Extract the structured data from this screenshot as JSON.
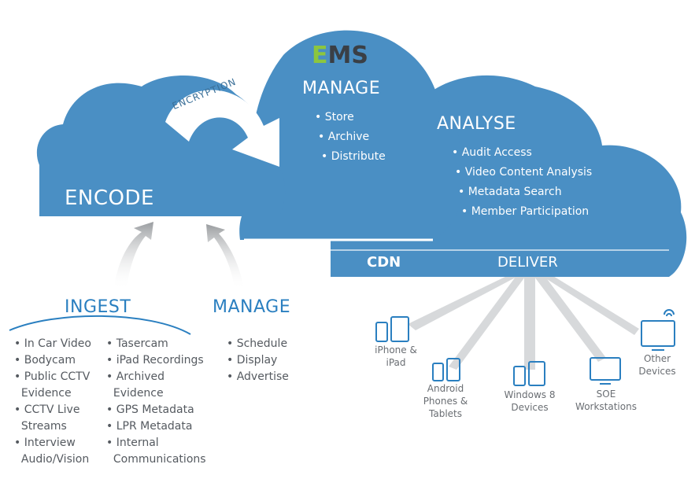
{
  "logo": {
    "e": "E",
    "ms": "MS",
    "e_color": "#8cc63f",
    "ms_color": "#3a3f45"
  },
  "cloud_color": "#4a8fc4",
  "encode": {
    "title": "ENCODE"
  },
  "encryption": {
    "label": "ENCRYPTION"
  },
  "manage_cloud": {
    "title": "MANAGE",
    "items": [
      "Store",
      "Archive",
      "Distribute"
    ]
  },
  "analyse": {
    "title": "ANALYSE",
    "items": [
      "Audit Access",
      "Video Content Analysis",
      "Metadata Search",
      "Member Participation"
    ]
  },
  "cdn": {
    "label": "CDN"
  },
  "deliver": {
    "label": "DELIVER"
  },
  "ingest": {
    "title": "INGEST",
    "col1": [
      "In Car Video",
      "Bodycam",
      "Public CCTV",
      "Evidence",
      "CCTV Live",
      "Streams",
      "Interview",
      "Audio/Vision"
    ],
    "col1_bullets": [
      true,
      true,
      true,
      false,
      true,
      false,
      true,
      false
    ],
    "col2": [
      "Tasercam",
      "iPad Recordings",
      "Archived",
      "Evidence",
      "GPS Metadata",
      "LPR Metadata",
      "Internal",
      "Communications"
    ],
    "col2_bullets": [
      true,
      true,
      true,
      false,
      true,
      true,
      true,
      false
    ]
  },
  "manage_bottom": {
    "title": "MANAGE",
    "items": [
      "Schedule",
      "Display",
      "Advertise"
    ]
  },
  "devices": {
    "iphone": [
      "iPhone &",
      "iPad"
    ],
    "android": [
      "Android",
      "Phones &",
      "Tablets"
    ],
    "windows": [
      "Windows 8",
      "Devices"
    ],
    "soe": [
      "SOE",
      "Workstations"
    ],
    "other": [
      "Other",
      "Devices"
    ]
  }
}
